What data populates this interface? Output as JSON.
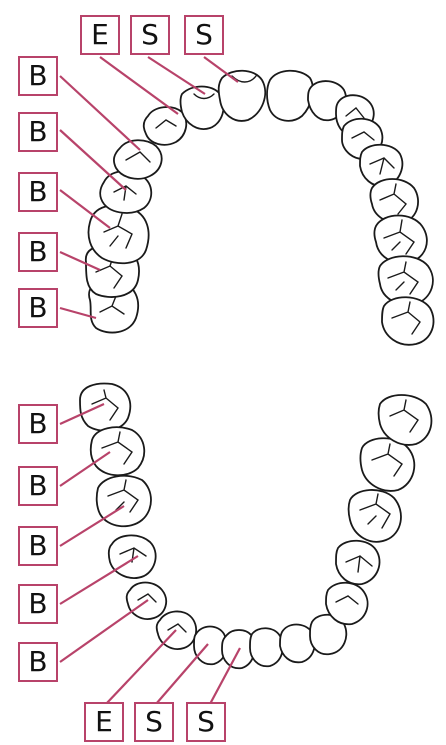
{
  "upper_arch": {
    "top_labels": [
      "E",
      "S",
      "S"
    ],
    "side_labels": [
      "B",
      "B",
      "B",
      "B",
      "B"
    ]
  },
  "lower_arch": {
    "side_labels": [
      "B",
      "B",
      "B",
      "B",
      "B"
    ],
    "bottom_labels": [
      "E",
      "S",
      "S"
    ]
  },
  "colors": {
    "label_border": "#b8436a",
    "leader": "#b8436a",
    "tooth_outline": "#1a1a1a"
  }
}
